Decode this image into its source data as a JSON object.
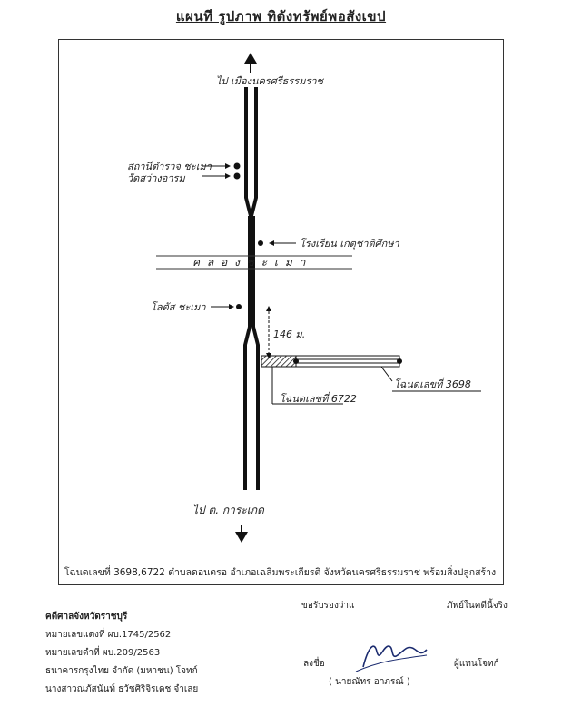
{
  "page_title": "แผนที รูปภาพ ทิดังทรัพย์พอสังเขป",
  "map": {
    "label_north": "ไป เมืองนครศรีธรรมราช",
    "label_police": "สถานีตำรวจ ชะเมา",
    "label_temple": "วัดสว่างอารม",
    "label_school": "โรงเรียน เกตุชาติศึกษา",
    "label_canal": "ค ล อ ง ช ะ เ ม า",
    "label_lotus": "โลตัส ชะเมา",
    "label_distance": "146 ม.",
    "label_deed_3698": "โฉนดเลขที่ 3698",
    "label_deed_6722": "โฉนดเลขที่ 6722",
    "label_south": "ไป ต. การะเกด"
  },
  "caption": "โฉนดเลขที่ 3698,6722 ตำบลดอนตรอ อำเภอเฉลิมพระเกียรติ จังหวัดนครศรีธรรมราช พร้อมสิ่งปลูกสร้าง",
  "footer": {
    "court": "คดีศาลจังหวัดราชบุรี",
    "black_case": "หมายเลขแดงที่  ผบ.1745/2562",
    "red_case": "หมายเลขดำที่  ผบ.209/2563",
    "plaintiff": "ธนาคารกรุงไทย จำกัด (มหาชน) โจทก์",
    "defendant": "นางสาวณภัสนันท์ ธวัชศิริจิรเดช   จำเลย",
    "certify": "ขอรับรองว่าแ",
    "true_copy": "ภัพย์ในคดีนี้จริง",
    "sign_label": "ลงชื่อ",
    "signer_name": "(     นายณัทร อาภรณ์      )",
    "role": "ผู้แทนโจทก์"
  }
}
